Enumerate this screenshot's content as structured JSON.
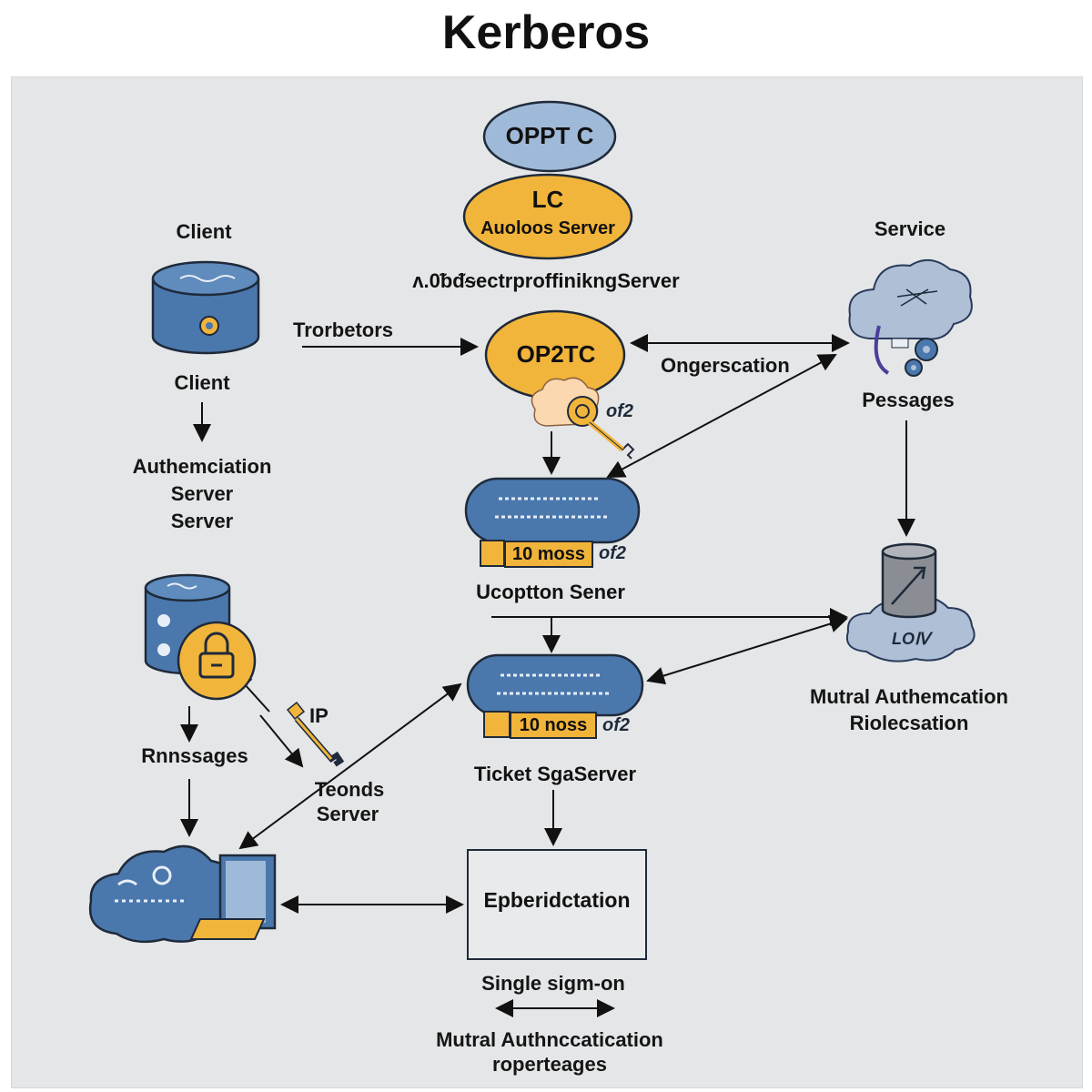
{
  "title": "Kerberos",
  "nodes": {
    "top_oval": "OPPT C",
    "as_oval_line1": "LC",
    "as_oval_line2": "Auoloos Server",
    "as_caption": "ᴧ.0ᵬᵭᵴectrproffinikngServer",
    "mid_oval": "OP2TC",
    "of2_a": "of2",
    "of2_b": "of2",
    "of2_c": "of2",
    "ticket1_badge": "10 moss",
    "ticket2_badge": "10 noss",
    "ticket1_caption": "Ucoptton Sener",
    "ticket2_caption": "Ticket SgaServer",
    "box_label": "Epberidctation",
    "cloud_tag": "LOⅣ"
  },
  "labels": {
    "client_top": "Client",
    "client_mid": "Client",
    "auth_line1": "Authemciation",
    "auth_line2": "Server",
    "auth_line3": "Server",
    "trorbetors": "Trorbetors",
    "ongerscation": "Ongerscation",
    "service": "Service",
    "pessages": "Pessages",
    "rnnssages": "Rnnssages",
    "ip": "IP",
    "teonds_line1": "Teonds",
    "teonds_line2": "Server",
    "mutral_line1": "Mutral Authemcation",
    "mutral_line2": "Riolecsation",
    "single_sign_on": "Single sigm-on",
    "bottom_line1": "Mutral Authnccatication",
    "bottom_line2": "roperteages"
  },
  "colors": {
    "blue": "#4a78ad",
    "light_blue": "#9fbad8",
    "orange": "#f2b53b",
    "dark": "#1f2a3a",
    "cloud_blue": "#aebfd6"
  }
}
